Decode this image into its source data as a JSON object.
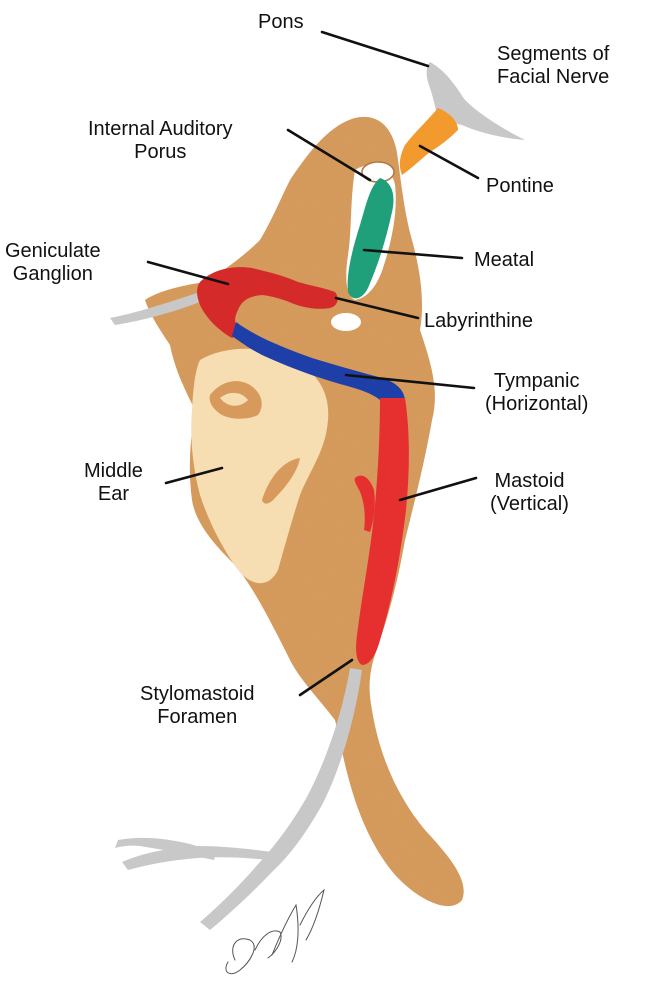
{
  "labels": {
    "pons": "Pons",
    "segments_line1": "Segments of",
    "segments_line2": "Facial Nerve",
    "internal_auditory_line1": "Internal Auditory",
    "internal_auditory_line2": "Porus",
    "pontine": "Pontine",
    "geniculate_line1": "Geniculate",
    "geniculate_line2": "Ganglion",
    "meatal": "Meatal",
    "labyrinthine": "Labyrinthine",
    "tympanic_line1": "Tympanic",
    "tympanic_line2": "(Horizontal)",
    "middle_ear_line1": "Middle",
    "middle_ear_line2": "Ear",
    "mastoid_line1": "Mastoid",
    "mastoid_line2": "(Vertical)",
    "stylomastoid_line1": "Stylomastoid",
    "stylomastoid_line2": "Foramen"
  },
  "colors": {
    "bone": "#d89a5c",
    "bone_light": "#e6b884",
    "middle_ear": "#f7ddb2",
    "pons_gray": "#c8c8c8",
    "pontine_orange": "#f29a2e",
    "meatal_green": "#1fa07a",
    "labyrinthine_red": "#d42a2a",
    "tympanic_blue": "#1f3fa8",
    "mastoid_red": "#e63030",
    "leader": "#111111"
  },
  "signature_text": "Saba"
}
